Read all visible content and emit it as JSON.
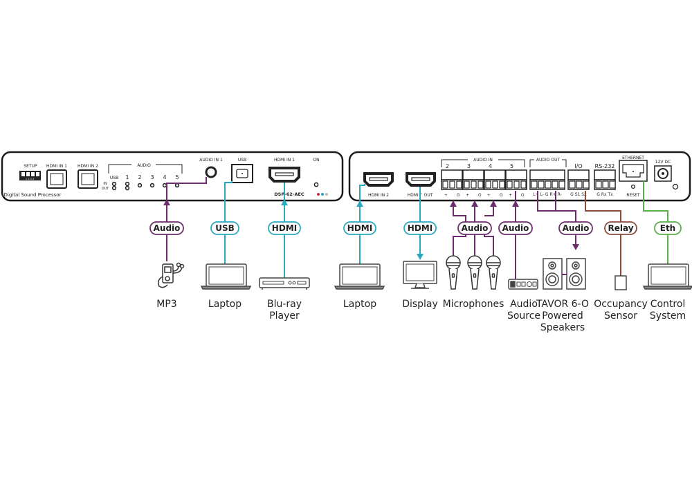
{
  "colors": {
    "audio": "#6b2c6b",
    "usb": "#2aa8bf",
    "hdmi": "#2aa8bf",
    "relay": "#8a4a3c",
    "eth": "#5aae4a",
    "panel_stroke": "#1a1a1a"
  },
  "front_panel": {
    "setup_label": "SETUP",
    "dip_numbers": "1 2 3 4",
    "hdmi_in1_label": "HDMI IN 1",
    "hdmi_in2_label": "HDMI IN 2",
    "audio_group_label": "AUDIO",
    "audio_channels": [
      "USB",
      "1",
      "2",
      "3",
      "4",
      "5"
    ],
    "in_label": "IN",
    "out_label": "OUT",
    "product_name": "Digital Sound Processor",
    "audio_in1_label": "AUDIO IN 1",
    "usb_label": "USB",
    "hdmi_in1_port_label": "HDMI IN 1",
    "on_label": "ON",
    "model": "DSP-62-AEC"
  },
  "rear_panel": {
    "hdmi_in2_label": "HDMI IN 2",
    "hdmi_out_label": "HDMI™ OUT",
    "audio_in_label": "AUDIO IN",
    "audio_in_channels": [
      "2",
      "3",
      "4",
      "5"
    ],
    "audio_in_pins": [
      "+",
      "G"
    ],
    "audio_out_label": "AUDIO OUT",
    "audio_out_pins": "L+ L- G R+ R-",
    "io_label": "I/O",
    "io_pins": "G S1 S2",
    "rs232_label": "RS-232",
    "rs232_pins": "G Rx Tx",
    "ethernet_label": "ETHERNET",
    "reset_label": "RESET",
    "power_label": "12V DC"
  },
  "connections": [
    {
      "id": "mp3",
      "signal": "Audio",
      "device": [
        "MP3"
      ],
      "icon": "mp3-player-icon",
      "direction": "in"
    },
    {
      "id": "laptop-usb",
      "signal": "USB",
      "device": [
        "Laptop"
      ],
      "icon": "laptop-icon",
      "direction": "in"
    },
    {
      "id": "bluray",
      "signal": "HDMI",
      "device": [
        "Blu-ray",
        "Player"
      ],
      "icon": "bluray-player-icon",
      "direction": "in"
    },
    {
      "id": "laptop-hdmi",
      "signal": "HDMI",
      "device": [
        "Laptop"
      ],
      "icon": "laptop-icon",
      "direction": "in"
    },
    {
      "id": "display",
      "signal": "HDMI",
      "device": [
        "Display"
      ],
      "icon": "display-icon",
      "direction": "out"
    },
    {
      "id": "microphones",
      "signal": "Audio",
      "device": [
        "Microphones"
      ],
      "icon": "microphone-icon",
      "direction": "in"
    },
    {
      "id": "audio-source",
      "signal": "Audio",
      "device": [
        "Audio",
        "Source"
      ],
      "icon": "audio-source-icon",
      "direction": "in"
    },
    {
      "id": "speakers",
      "signal": "Audio",
      "device": [
        "TAVOR 6-O",
        "Powered",
        "Speakers"
      ],
      "icon": "speaker-icon",
      "direction": "out"
    },
    {
      "id": "occupancy",
      "signal": "Relay",
      "device": [
        "Occupancy",
        "Sensor"
      ],
      "icon": "sensor-icon",
      "direction": "none"
    },
    {
      "id": "control",
      "signal": "Eth",
      "device": [
        "Control",
        "System"
      ],
      "icon": "laptop-icon",
      "direction": "none"
    }
  ]
}
